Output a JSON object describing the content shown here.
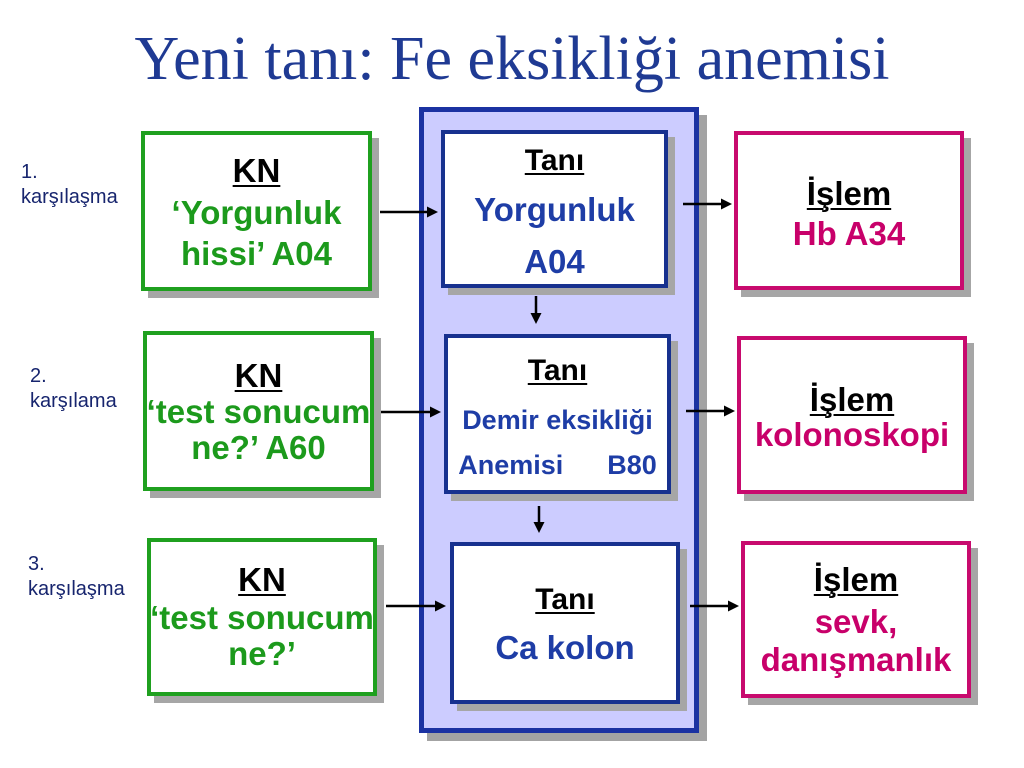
{
  "title": "Yeni tanı: Fe eksikliği anemisi",
  "encounters": [
    {
      "number": "1.",
      "label": "karşılaşma",
      "reason": {
        "header": "KN",
        "lines": [
          "‘Yorgunluk",
          "hissi’ A04"
        ]
      },
      "diagnosis": {
        "header": "Tanı",
        "lines": [
          "Yorgunluk",
          "A04"
        ]
      },
      "process": {
        "header": "İşlem",
        "lines": [
          "Hb A34"
        ]
      }
    },
    {
      "number": "2.",
      "label": "karşılama",
      "reason": {
        "header": "KN",
        "lines": [
          "‘test sonucum",
          "ne?’ A60"
        ]
      },
      "diagnosis": {
        "header": "Tanı",
        "lines": [
          "Demir eksikliği",
          "Anemisi",
          "B80"
        ]
      },
      "process": {
        "header": "İşlem",
        "lines": [
          "kolonoskopi"
        ]
      }
    },
    {
      "number": "3.",
      "label": "karşılaşma",
      "reason": {
        "header": "KN",
        "lines": [
          "‘test sonucum",
          "ne?’"
        ]
      },
      "diagnosis": {
        "header": "Tanı",
        "lines": [
          "Ca kolon"
        ]
      },
      "process": {
        "header": "İşlem",
        "lines": [
          "sevk,",
          "danışmanlık"
        ]
      }
    }
  ],
  "colors": {
    "title": "#1f3a93",
    "reason_border": "#1fa01f",
    "reason_text": "#1c9a1c",
    "diagnosis_border": "#17318f",
    "diagnosis_text": "#1e3da6",
    "process_border": "#c80a6e",
    "process_text": "#c8006a",
    "panel_fill": "#ccccff",
    "panel_border": "#1b32a2",
    "label_text": "#17256e"
  }
}
